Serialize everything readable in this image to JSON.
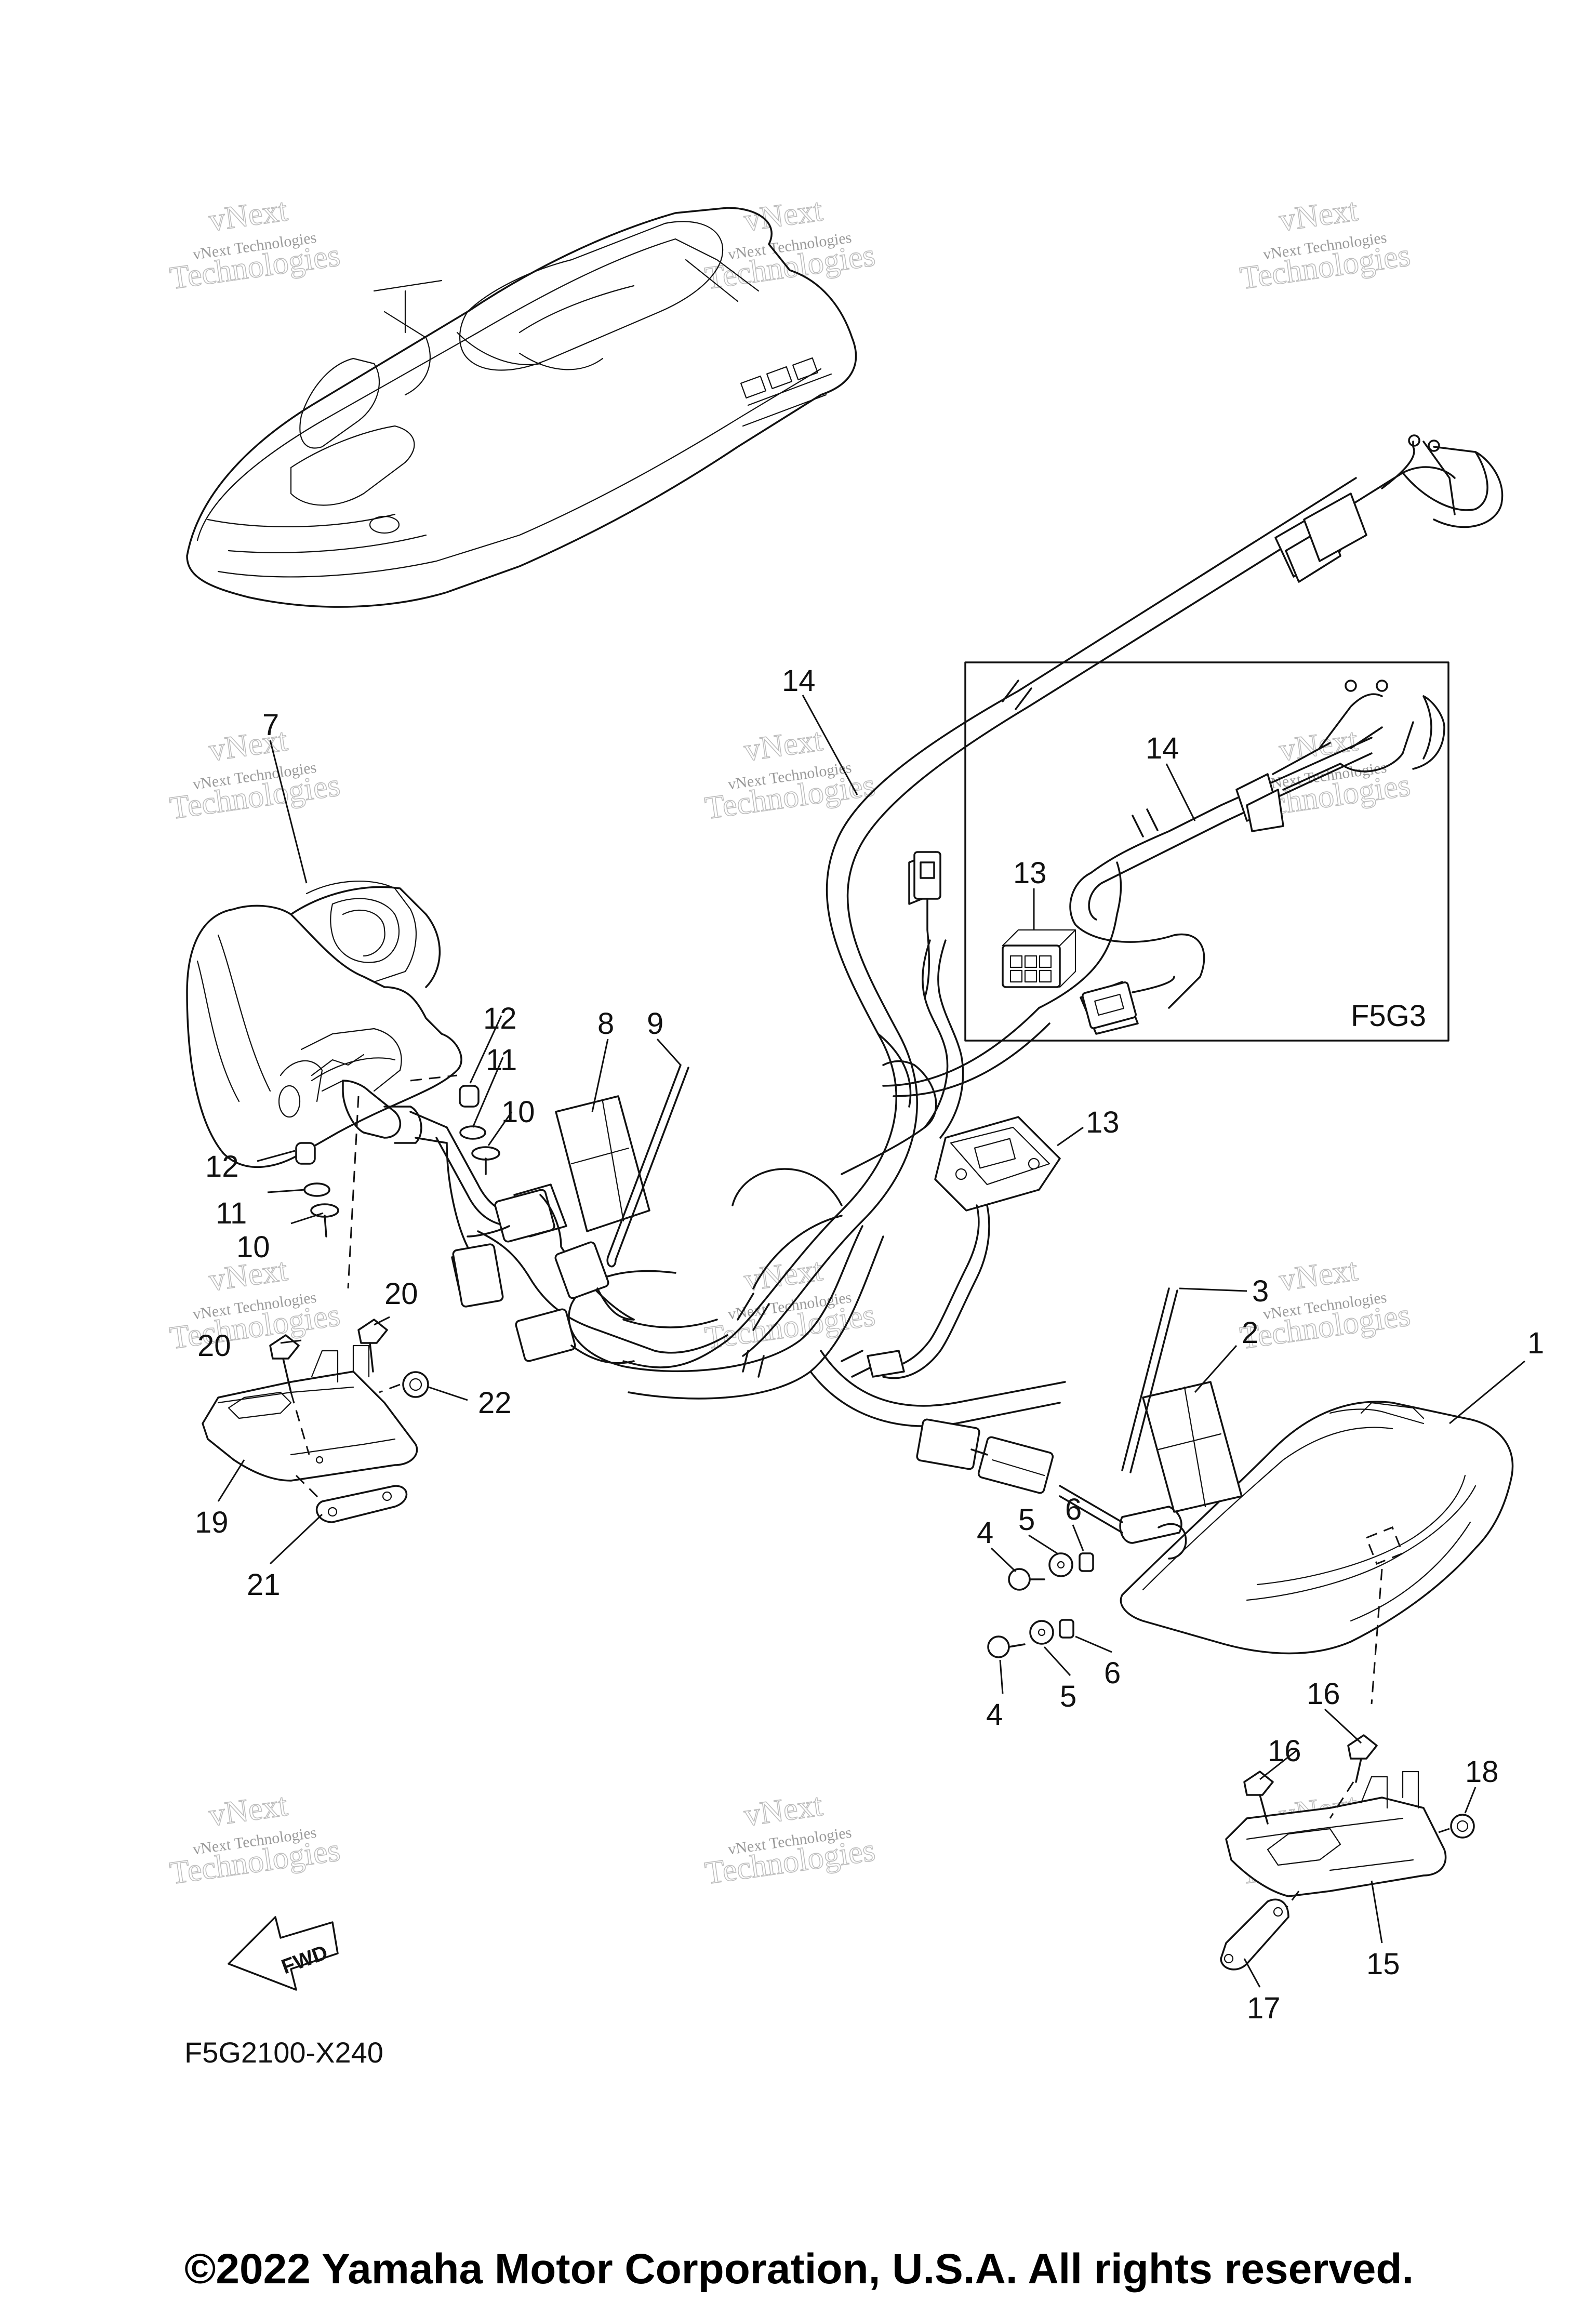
{
  "diagram": {
    "reference_code": "F5G2100-X240",
    "inset_variant_label": "F5G3",
    "direction_indicator": "FWD",
    "copyright": "©2022 Yamaha Motor Corporation, U.S.A. All rights reserved.",
    "watermark": {
      "line1": "vNext Technologies",
      "big_line1": "vNext",
      "big_line2": "Technologies"
    },
    "callouts": [
      "1",
      "2",
      "3",
      "4",
      "4",
      "5",
      "5",
      "6",
      "6",
      "7",
      "8",
      "9",
      "10",
      "10",
      "11",
      "11",
      "12",
      "12",
      "13",
      "13",
      "14",
      "14",
      "15",
      "16",
      "16",
      "17",
      "18",
      "19",
      "20",
      "20",
      "21",
      "22"
    ]
  }
}
